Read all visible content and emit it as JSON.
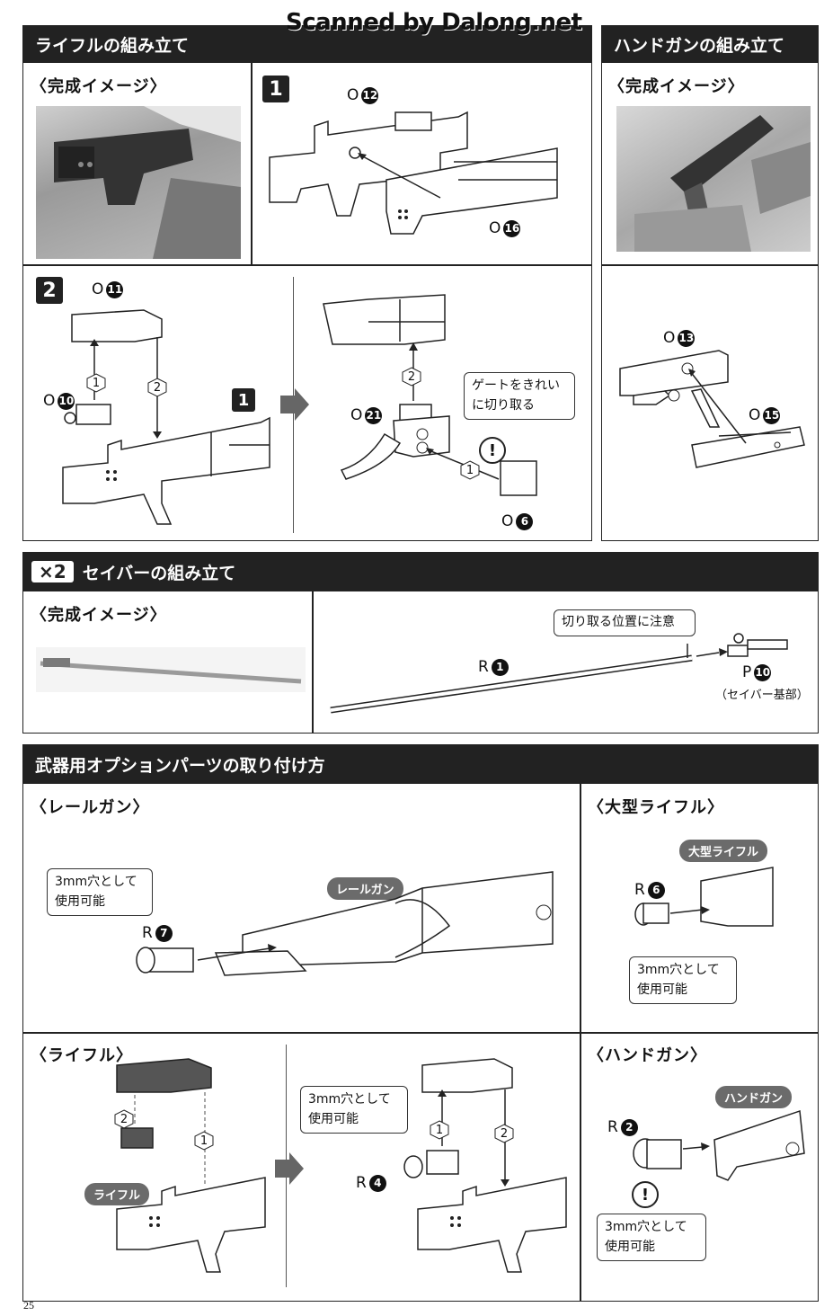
{
  "watermark": "Scanned by Dalong.net",
  "page_number": "25",
  "rifle_section": {
    "title": "ライフルの組み立て",
    "complete_label": "〈完成イメージ〉",
    "step1": {
      "num": "1",
      "part_a": "O",
      "part_a_num": "12",
      "part_b": "O",
      "part_b_num": "16"
    },
    "step2": {
      "num": "2",
      "part_11": "O",
      "part_11_num": "11",
      "part_10": "O",
      "part_10_num": "10",
      "part_21": "O",
      "part_21_num": "21",
      "part_6": "O",
      "part_6_num": "6",
      "order1": "1",
      "order2": "2",
      "gate_note_line1": "ゲートをきれい",
      "gate_note_line2": "に切り取る",
      "warning": "!"
    }
  },
  "handgun_section": {
    "title": "ハンドガンの組み立て",
    "complete_label": "〈完成イメージ〉",
    "part_a": "O",
    "part_a_num": "13",
    "part_b": "O",
    "part_b_num": "15"
  },
  "saber_section": {
    "multiplier": "×2",
    "title": "セイバーの組み立て",
    "complete_label": "〈完成イメージ〉",
    "cut_note": "切り取る位置に注意",
    "part_r": "R",
    "part_r_num": "1",
    "part_p": "P",
    "part_p_num": "10",
    "part_p_caption": "（セイバー基部）"
  },
  "options_section": {
    "title": "武器用オプションパーツの取り付け方",
    "railgun": {
      "label": "〈レールガン〉",
      "pill": "レールガン",
      "note_line1": "3mm穴として",
      "note_line2": "使用可能",
      "part": "R",
      "part_num": "7"
    },
    "large_rifle": {
      "label": "〈大型ライフル〉",
      "pill": "大型ライフル",
      "note_line1": "3mm穴として",
      "note_line2": "使用可能",
      "part": "R",
      "part_num": "6"
    },
    "rifle": {
      "label": "〈ライフル〉",
      "pill": "ライフル",
      "note_line1": "3mm穴として",
      "note_line2": "使用可能",
      "part": "R",
      "part_num": "4",
      "order1": "1",
      "order2": "2"
    },
    "handgun": {
      "label": "〈ハンドガン〉",
      "pill": "ハンドガン",
      "note_line1": "3mm穴として",
      "note_line2": "使用可能",
      "part": "R",
      "part_num": "2",
      "warning": "!"
    }
  }
}
